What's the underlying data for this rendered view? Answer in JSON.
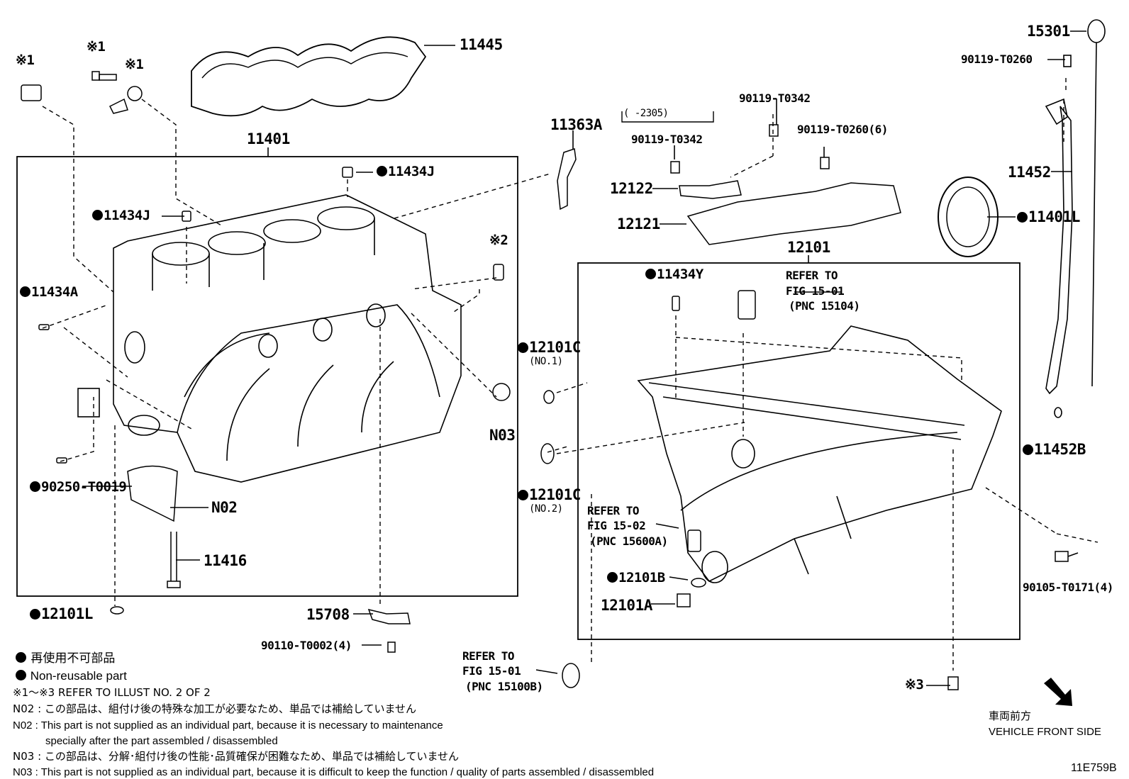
{
  "callouts": {
    "p11445": "11445",
    "p11401": "11401",
    "p11434j_top": "11434J",
    "p11434j_left": "11434J",
    "p11434a": "11434A",
    "p90250": "90250-T0019",
    "pN02": "N02",
    "p11416": "11416",
    "p12101l": "12101L",
    "p15708": "15708",
    "p90110": "90110-T0002(4)",
    "pN03": "N03",
    "p12101c_1": "12101C",
    "no1": "(NO.1)",
    "p12101c_2": "12101C",
    "no2": "(NO.2)",
    "p11363a": "11363A",
    "range": "(      -2305)",
    "p90119_t0342_a": "90119-T0342",
    "p90119_t0342_b": "90119-T0342",
    "p90119_t0260_6": "90119-T0260(6)",
    "p12122": "12122",
    "p12121": "12121",
    "p12101": "12101",
    "p11434y": "11434Y",
    "ref1_a": "REFER TO",
    "ref1_b": "FIG 15-01",
    "ref1_c": "(PNC 15104)",
    "ref2_a": "REFER TO",
    "ref2_b": "FIG 15-02",
    "ref2_c": "(PNC 15600A)",
    "ref3_a": "REFER TO",
    "ref3_b": "FIG 15-01",
    "ref3_c": "(PNC 15100B)",
    "p12101b": "12101B",
    "p12101a": "12101A",
    "p15301": "15301",
    "p90119_t0260": "90119-T0260",
    "p11452": "11452",
    "p11401l": "11401L",
    "p11452b": "11452B",
    "p90105": "90105-T0171(4)",
    "x1_a": "※1",
    "x1_b": "※1",
    "x1_c": "※1",
    "x2": "※2",
    "x3": "※3"
  },
  "legend": {
    "nonreusable_jp": "再使用不可部品",
    "nonreusable_en": "Non-reusable part",
    "refer": "※1～※3  REFER TO ILLUST NO. 2 OF 2",
    "n02_jp": "N02 : この部品は、組付け後の特殊な加工が必要なため、単品では補給していません",
    "n02_en": "N02 : This part is not supplied as an individual part, because it is necessary to maintenance",
    "n02_en2": "specially after the part assembled / disassembled",
    "n03_jp": "N03 : この部品は、分解･組付け後の性能･品質確保が困難なため、単品では補給していません",
    "n03_en": "N03 : This part is not supplied as an individual part, because it is difficult to keep the function / quality of parts  assembled / disassembled"
  },
  "orientation": {
    "jp": "車両前方",
    "en": "VEHICLE FRONT SIDE"
  },
  "illustration_code": "11E759B"
}
